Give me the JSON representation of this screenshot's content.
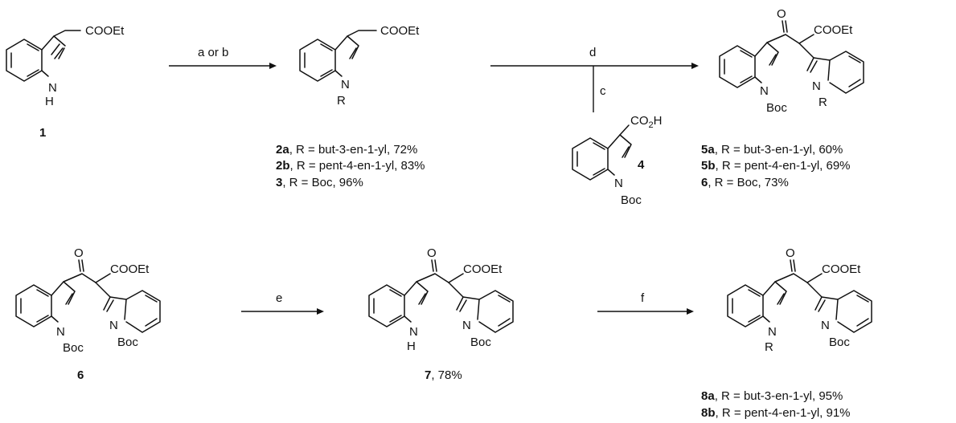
{
  "atoms": {
    "coo_et": "COOEt",
    "nh": "H",
    "n": "N",
    "r": "R",
    "boc": "Boc",
    "o": "O",
    "co2h_pre": "CO",
    "co2h_sub": "2",
    "co2h_post": "H"
  },
  "reagents": {
    "a_or_b": "a or b",
    "c": "c",
    "d": "d",
    "e": "e",
    "f": "f"
  },
  "compounds": {
    "c1": {
      "number": "1"
    },
    "c2a": {
      "number": "2a",
      "caption": ", R = but-3-en-1-yl, 72%"
    },
    "c2b": {
      "number": "2b",
      "caption": ", R = pent-4-en-1-yl, 83%"
    },
    "c3": {
      "number": "3",
      "caption": ",   R = Boc, 96%"
    },
    "c4": {
      "number": "4"
    },
    "c5a": {
      "number": "5a",
      "caption": ", R = but-3-en-1-yl, 60%"
    },
    "c5b": {
      "number": "5b",
      "caption": ", R = pent-4-en-1-yl, 69%"
    },
    "c6top": {
      "number": "6",
      "caption": ",   R = Boc, 73%"
    },
    "c6": {
      "number": "6"
    },
    "c7": {
      "number": "7",
      "caption": ", 78%"
    },
    "c8a": {
      "number": "8a",
      "caption": ", R = but-3-en-1-yl, 95%"
    },
    "c8b": {
      "number": "8b",
      "caption": ", R = pent-4-en-1-yl, 91%"
    }
  }
}
